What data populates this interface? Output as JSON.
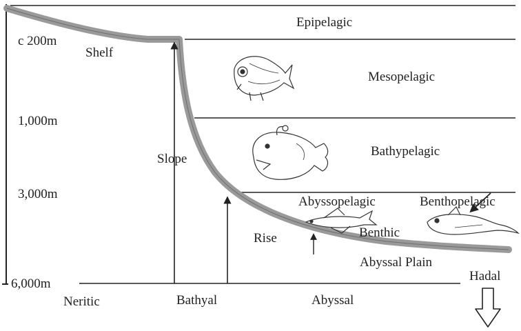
{
  "depth_axis": {
    "tick_200": "c 200m",
    "tick_1000": "1,000m",
    "tick_3000": "3,000m",
    "tick_6000": "6,000m"
  },
  "pelagic_zones": {
    "epipelagic": "Epipelagic",
    "mesopelagic": "Mesopelagic",
    "bathypelagic": "Bathypelagic",
    "abyssopelagic": "Abyssopelagic",
    "benthopelagic": "Benthopelagic",
    "benthic": "Benthic",
    "hadal": "Hadal"
  },
  "seafloor_features": {
    "shelf": "Shelf",
    "slope": "Slope",
    "rise": "Rise",
    "abyssal_plain": "Abyssal Plain"
  },
  "benthic_regions": {
    "neritic": "Neritic",
    "bathyal": "Bathyal",
    "abyssal": "Abyssal"
  },
  "colors": {
    "seafloor": "#9a9a9a",
    "lines": "#222222",
    "background": "#ffffff"
  }
}
